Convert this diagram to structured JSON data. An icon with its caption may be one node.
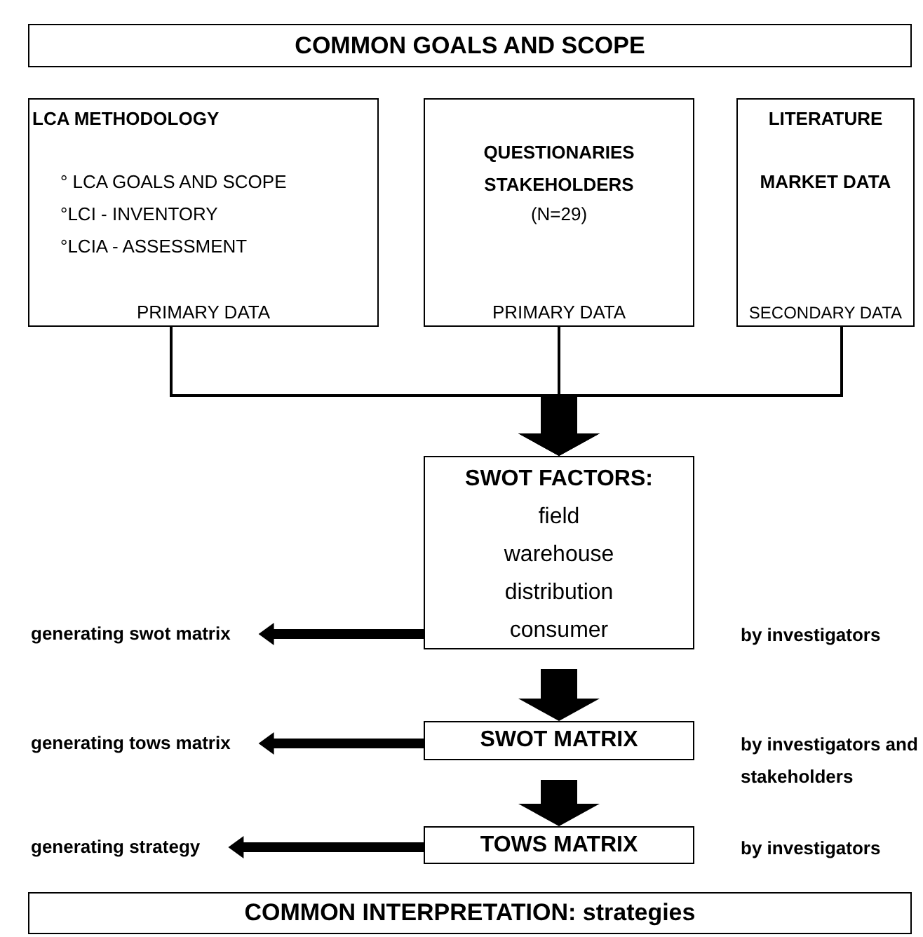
{
  "diagram": {
    "nodes": [
      {
        "text": [
          "COMMON GOALS AND SCOPE"
        ]
      },
      {
        "text": [
          "LCA METHODOLOGY",
          "° LCA GOALS AND SCOPE",
          "°LCI - INVENTORY",
          "°LCIA - ASSESSMENT",
          "PRIMARY DATA"
        ]
      },
      {
        "text": [
          "QUESTIONARIES STAKEHOLDERS",
          "(N=29)",
          "PRIMARY DATA"
        ]
      },
      {
        "text": [
          "LITERATURE",
          "MARKET DATA",
          "SECONDARY DATA"
        ]
      },
      {
        "text": [
          "SWOT FACTORS:",
          "field",
          "warehouse",
          "distribution",
          "consumer"
        ]
      },
      {
        "text": [
          "SWOT MATRIX"
        ]
      },
      {
        "text": [
          "TOWS MATRIX"
        ]
      },
      {
        "text": [
          "COMMON INTERPRETATION: strategies"
        ]
      },
      {
        "text": [
          "generating swot matrix"
        ]
      },
      {
        "text": [
          "generating tows matrix"
        ]
      },
      {
        "text": [
          "generating strategy"
        ]
      }
    ],
    "edges": [
      {
        "from": 1,
        "to": 4,
        "arrow": "to"
      },
      {
        "from": 2,
        "to": 4,
        "arrow": "to"
      },
      {
        "from": 3,
        "to": 4,
        "arrow": "to"
      },
      {
        "from": 4,
        "to": 5,
        "arrow": "to"
      },
      {
        "from": 5,
        "to": 6,
        "arrow": "to"
      },
      {
        "from": 4,
        "to": 8,
        "arrow": "to"
      },
      {
        "from": 5,
        "to": 9,
        "arrow": "to"
      },
      {
        "from": 6,
        "to": 10,
        "arrow": "to"
      }
    ],
    "labels": [
      "by investigators",
      "by investigators and stakeholders",
      "by investigators"
    ]
  }
}
